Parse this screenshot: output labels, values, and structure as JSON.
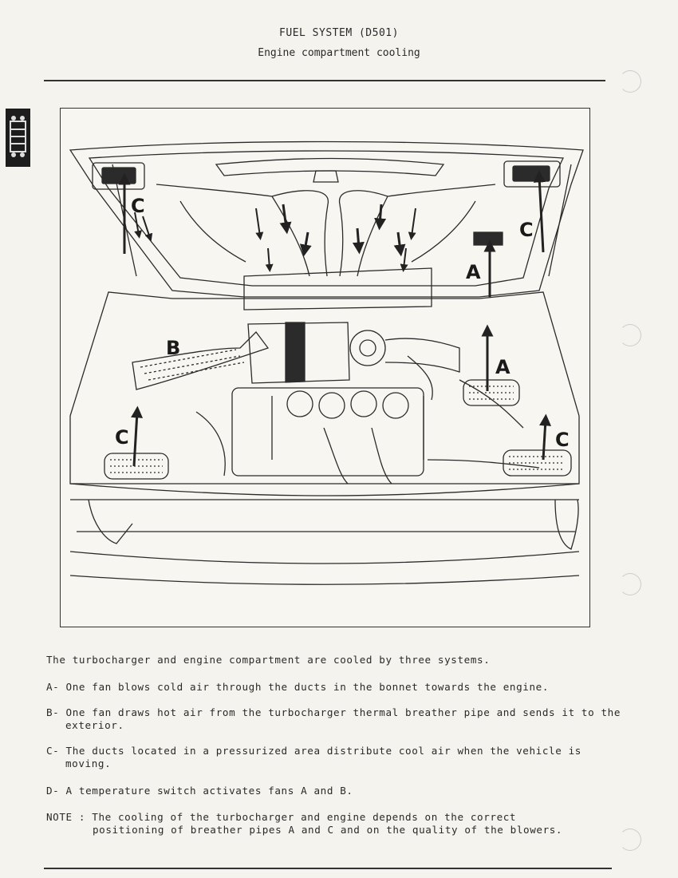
{
  "header": {
    "title": "FUEL SYSTEM (D501)",
    "subtitle": "Engine compartment cooling"
  },
  "figure": {
    "labels": [
      "A",
      "A",
      "B",
      "C",
      "C",
      "C",
      "C"
    ]
  },
  "body": {
    "intro": "The turbocharger and engine compartment are cooled by three systems.",
    "items": [
      {
        "text": "A- One fan blows cold air through the ducts in the bonnet towards the engine."
      },
      {
        "text": "B- One fan draws hot air from the turbocharger thermal breather pipe and sends it to the exterior."
      },
      {
        "text": "C- The ducts located in a pressurized area distribute cool air when the vehicle is moving."
      },
      {
        "text": "D- A temperature switch activates fans A and B."
      }
    ],
    "note": "NOTE : The cooling of the turbocharger and engine depends on the correct positioning of breather pipes A and C and on the quality of the blowers."
  }
}
